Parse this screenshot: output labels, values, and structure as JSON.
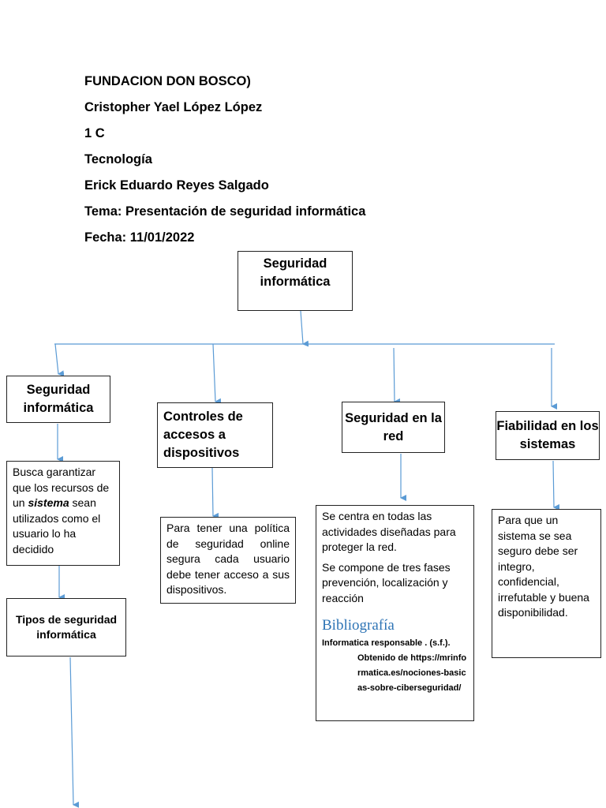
{
  "header": {
    "institution": "FUNDACION DON BOSCO)",
    "student": "Cristopher Yael López López",
    "group": "1 C",
    "subject": "Tecnología",
    "teacher": "Erick Eduardo Reyes Salgado",
    "topic": "Tema: Presentación de seguridad informática",
    "date": "Fecha: 11/01/2022"
  },
  "root": {
    "label": "Seguridad informática"
  },
  "branches": [
    {
      "title": "Seguridad informática",
      "description": {
        "pre": "Busca garantizar que los recursos de un ",
        "emphasis": "sistema",
        "post": " sean utilizados como el usuario lo ha decidido"
      },
      "subnode": "Tipos de seguridad informática"
    },
    {
      "title": "Controles de accesos a dispositivos",
      "description": "Para tener una política de seguridad online segura cada usuario debe tener acceso a sus dispositivos."
    },
    {
      "title": "Seguridad en la red",
      "description_1": "Se centra en todas las actividades diseñadas para proteger la red.",
      "description_2": "Se compone de tres fases prevención, localización y reacción",
      "bibliography": {
        "heading": "Bibliografía",
        "entry_line_1": "Informatica responsable . (s.f.).",
        "entry_line_2": "Obtenido de https://mrinformatica.es/nociones-basicas-sobre-ciberseguridad/"
      }
    },
    {
      "title": "Fiabilidad en los sistemas",
      "description": "Para que un sistema se sea seguro debe ser integro, confidencial, irrefutable y buena disponibilidad."
    }
  ],
  "colors": {
    "connector": "#5b9bd5",
    "border": "#222222",
    "bibliography_heading": "#2e74b5"
  }
}
